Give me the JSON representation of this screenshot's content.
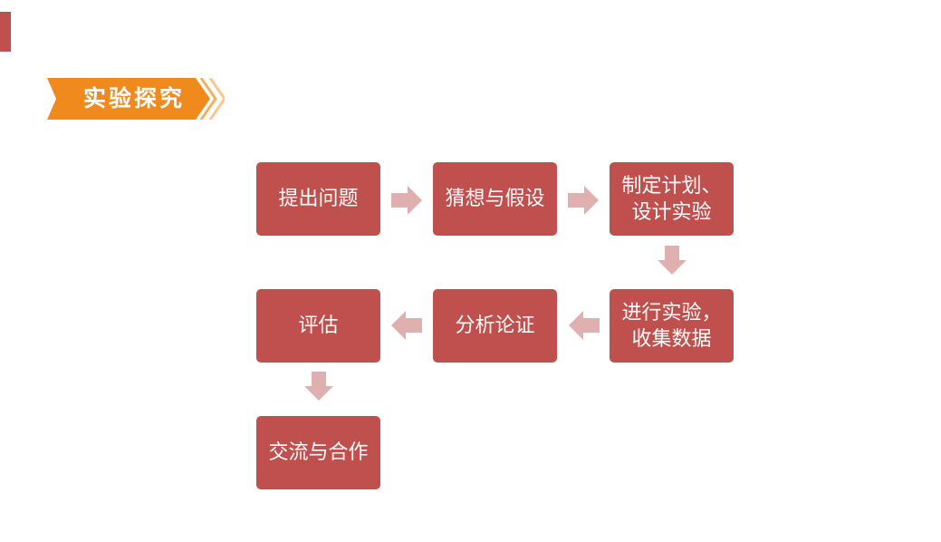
{
  "header": {
    "title": "实验探究"
  },
  "flow": {
    "steps": [
      "提出问题",
      "猜想与假设",
      "制定计划、设计实验",
      "进行实验，收集数据",
      "分析论证",
      "评估",
      "交流与合作"
    ]
  },
  "colors": {
    "box": "#c0504d",
    "arrow": "#e0b0b0",
    "banner": "#f08a1c",
    "accent": "#c0504d"
  }
}
